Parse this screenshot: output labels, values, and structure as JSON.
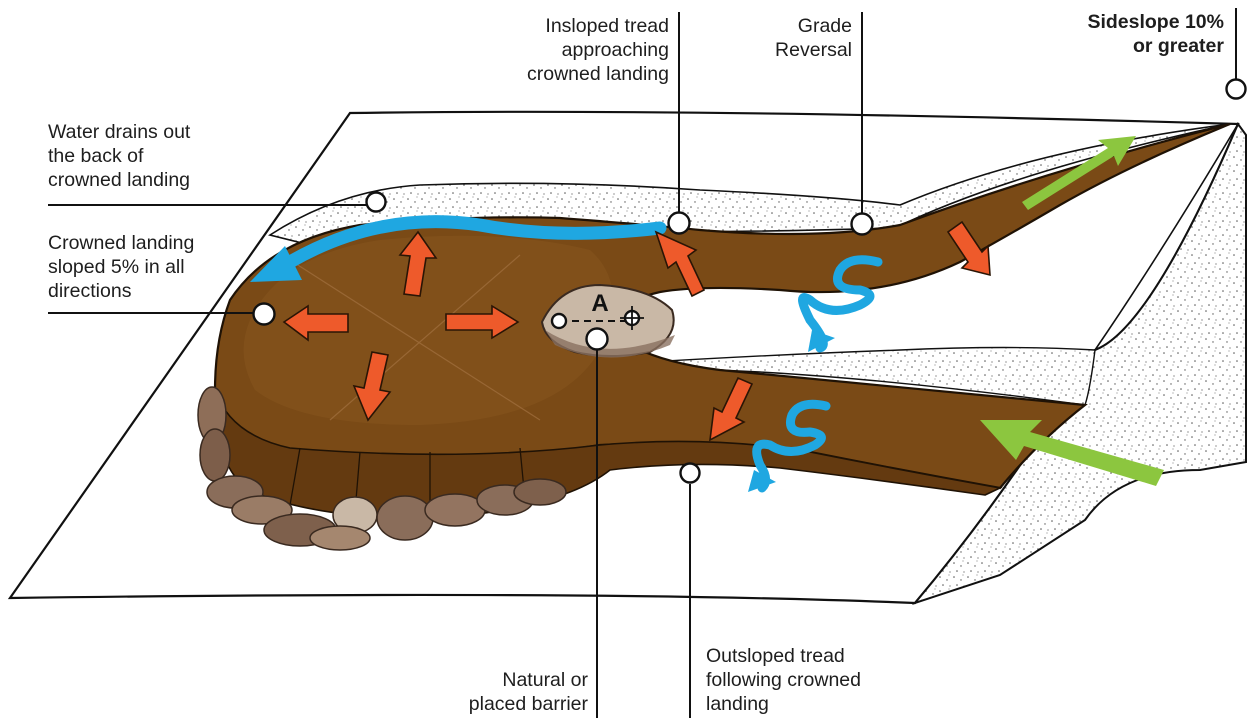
{
  "figure": {
    "marker_letter": "A",
    "colors": {
      "tread": "#7a4a16",
      "tread_light": "#8a5a24",
      "tread_edge": "#3a2008",
      "water": "#1fa7e1",
      "orange_arrow": "#ee5a2b",
      "green_arrow": "#8cc63f",
      "ground": "#ffffff",
      "rock": "#8a6d5a"
    },
    "callouts": {
      "water_drains": [
        "Water drains out",
        "the back of",
        "crowned landing"
      ],
      "crowned_sloped": [
        "Crowned landing",
        "sloped 5% in all",
        "directions"
      ],
      "insloped": [
        "Insloped tread",
        "approaching",
        "crowned landing"
      ],
      "grade_reversal": [
        "Grade",
        "Reversal"
      ],
      "sideslope": [
        "Sideslope 10%",
        "or greater"
      ],
      "natural_barrier": [
        "Natural or",
        "placed barrier"
      ],
      "outsloped": [
        "Outsloped tread",
        "following crowned",
        "landing"
      ]
    }
  }
}
